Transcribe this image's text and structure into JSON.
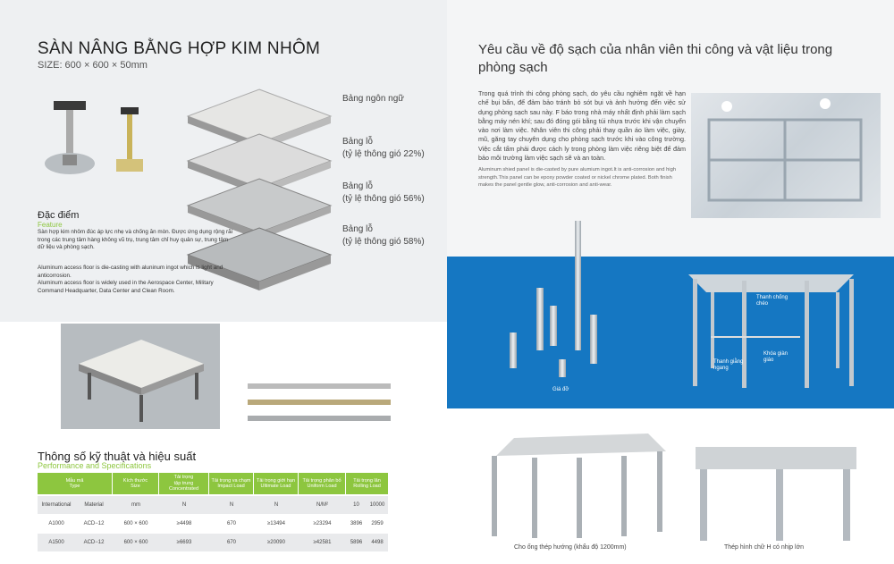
{
  "left": {
    "title": "SÀN NÂNG BẰNG HỢP KIM NHÔM",
    "size": "SIZE: 600 × 600 × 50mm",
    "panels": [
      {
        "label": "Bảng ngôn ngữ"
      },
      {
        "label": "Bảng lỗ",
        "ratio": "(tỷ lệ thông gió 22%)"
      },
      {
        "label": "Bảng lỗ",
        "ratio": "(tỷ lệ thông gió 56%)"
      },
      {
        "label": "Bảng lỗ",
        "ratio": "(tỷ lệ thông gió 58%)"
      }
    ],
    "feature_heading": "Đặc điểm",
    "feature_sub": "Feature",
    "feature_vn": "Sàn hợp kim nhôm đúc áp lực nhẹ và chống ăn mòn. Được ứng dụng rộng rãi trong các trung tâm hàng không vũ trụ, trung tâm chỉ huy quân sự, trung tâm dữ liệu và phòng sạch.",
    "feature_en1": "Aluminum access floor is die-casting with aluninum ingot which is light and anticorrosion.",
    "feature_en2": "Aluminum access floor is widely used in the Aerospace Center, Military Command Headquarter, Data Center and Clean Room."
  },
  "specs": {
    "heading": "Thông số kỹ thuật và hiệu suất",
    "sub": "Performance and Specifications",
    "headers": [
      "Mẫu mã\nType",
      "Kích thước\nSize",
      "Tải trọng\ntập trung\nConcentrated",
      "Tải trọng va chạm\nImpact Load",
      "Tải trọng giới hạn\nUltimate Load",
      "Tải trọng phân bố\nUniform Load",
      "Tải trọng lăn\nRolling Load"
    ],
    "rows": [
      [
        "International",
        "Material",
        "mm",
        "N",
        "N",
        "N",
        "N/M²",
        "10",
        "10000"
      ],
      [
        "A1000",
        "ACD−12",
        "600 × 600",
        "≥4498",
        "670",
        "≥13494",
        "≥23294",
        "3896",
        "2959"
      ],
      [
        "A1500",
        "ACD−12",
        "600 × 600",
        "≥6693",
        "670",
        "≥20090",
        "≥42581",
        "5896",
        "4498"
      ]
    ]
  },
  "right": {
    "title": "Yêu cầu về độ sạch của nhân viên thi công và vật liệu trong phòng sạch",
    "vn": "Trong quá trình thi công phòng sạch, do yêu cầu nghiêm ngặt về hạn chế bụi bẩn, để đảm bảo tránh bỏ sót bụi và ảnh hưởng đến việc sử dụng phòng sạch sau này. F báo trong nhà máy nhất định phải làm sạch bằng máy nén khí; sau đó đóng gói bằng túi nhựa trước khi vận chuyển vào nơi làm việc. Nhân viên thi công phải thay quần áo làm việc, giày, mũ, găng tay chuyên dụng cho phòng sạch trước khi vào công trường. Việc cắt tấm phải được cách ly trong phòng làm việc riêng biệt để đảm bảo môi trường làm việc sạch sẽ và an toàn.",
    "en": "Aluminum shied panel is die-casted by pure alumium ingot.It is anti-corrosion and high strength.This panel can be epoxy powder coated or nickel chrome plated. Both finish makes the panel gentle glow, anti-corrosion and anti-wear.",
    "pedestal_caption": "Giá đỡ",
    "frame_labels": [
      "Thanh chống chéo",
      "Khóa giàn giáo",
      "Thanh giằng ngang"
    ],
    "bottom_captions": [
      "Cho ống thép hướng (khẩu độ 1200mm)",
      "Thép hình chữ H có nhịp lớn"
    ]
  }
}
